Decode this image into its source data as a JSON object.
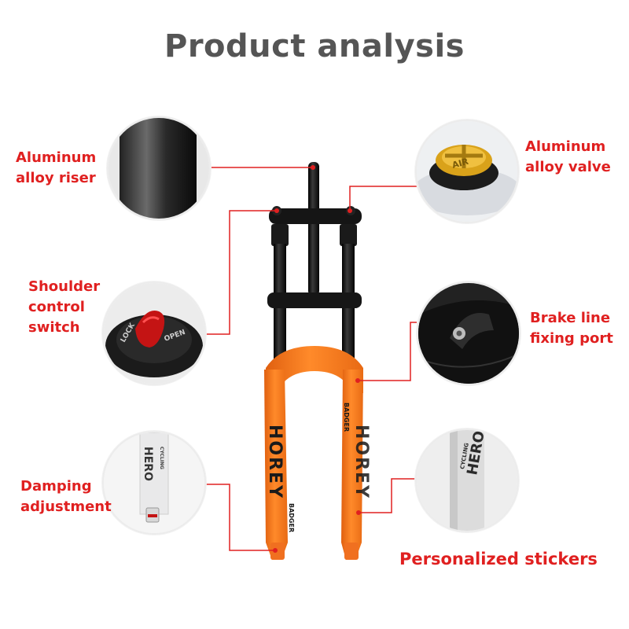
{
  "title": "Product analysis",
  "labels": {
    "riser": [
      "Aluminum",
      "alloy riser"
    ],
    "valve": [
      "Aluminum",
      "alloy valve"
    ],
    "shoulder": [
      "Shoulder",
      "control",
      "switch"
    ],
    "brake": [
      "Brake line",
      "fixing port"
    ],
    "damping": [
      "Damping",
      "adjustment"
    ],
    "stickers": "Personalized stickers"
  },
  "valve_text": "AIR",
  "switch_text": {
    "lock": "LOCK",
    "open": "OPEN"
  },
  "fork_text": {
    "brand": "HOREY",
    "sub": "BADGER",
    "sub_left": "BADGER",
    "sub_right": "BADGER"
  },
  "sticker_text": {
    "brand": "HERO",
    "small": "CYCLING"
  },
  "colors": {
    "accent_red": "#e02020",
    "fork_orange": "#ff7a1a",
    "fork_black": "#111111",
    "valve_gold": "#d9a21a",
    "switch_red": "#c41414",
    "title_gray": "#555555"
  }
}
